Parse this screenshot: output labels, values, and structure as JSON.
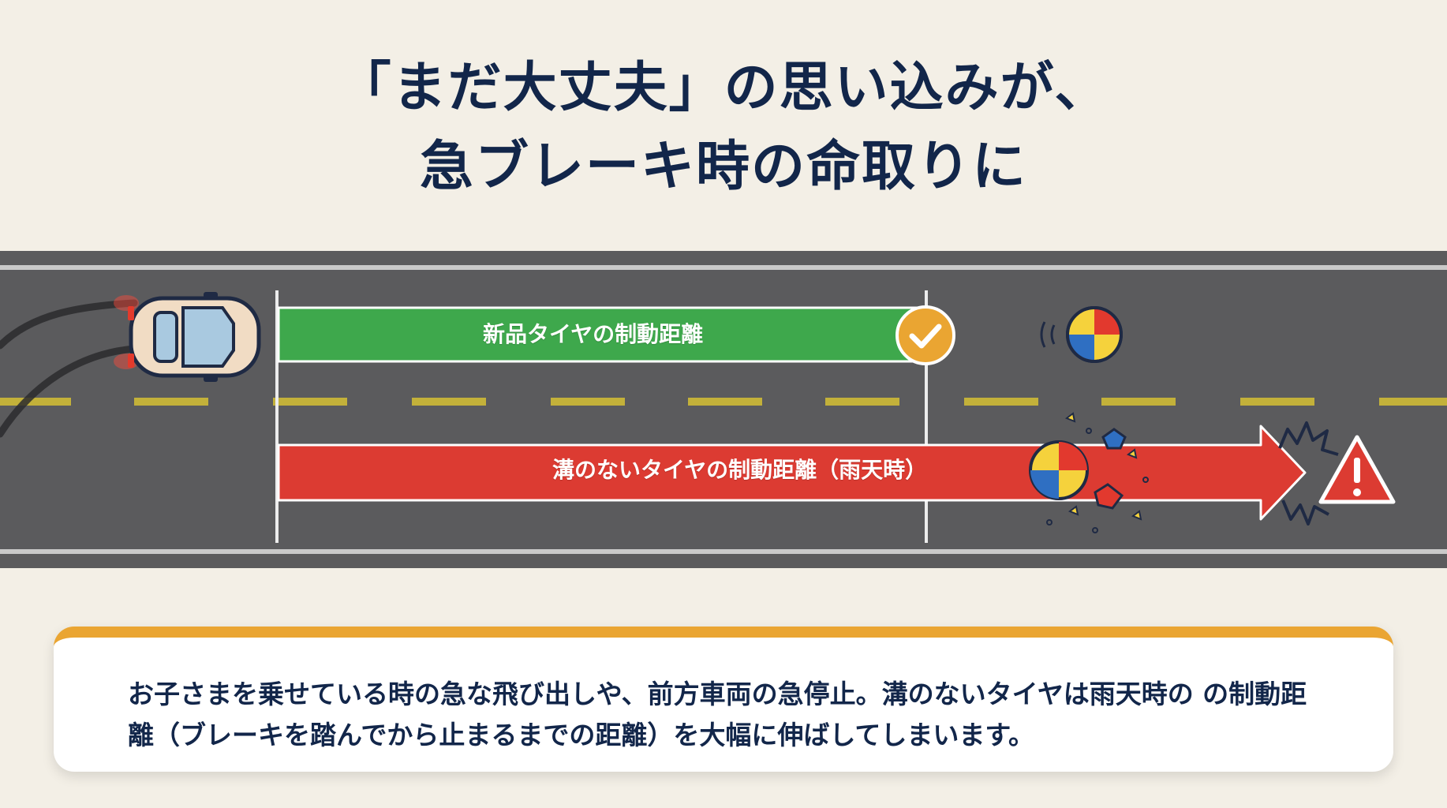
{
  "title": {
    "line1": "「まだ大丈夫」の思い込みが、",
    "line2": "急ブレーキ時の命取りに"
  },
  "diagram": {
    "new_tire_label": "新品タイヤの制動距離",
    "bald_tire_label": "溝のないタイヤの制動距離（雨天時）",
    "relative_distance_new_vs_bald": 0.64,
    "icons": [
      "car-icon",
      "check-icon",
      "beach-ball-icon",
      "broken-ball-icon",
      "warning-icon",
      "impact-burst-icon"
    ]
  },
  "message": {
    "text": "お子さまを乗せている時の急な飛び出しや、前方車両の急停止。溝のないタイヤは雨天時の の制動距離（ブレーキを踏んでから止まるまでの距離）を大幅に伸ばしてしまいます。"
  },
  "colors": {
    "title": "#12264a",
    "road": "#5b5b5d",
    "new_tire_bar": "#3ea84c",
    "bald_tire_bar": "#dc3b32",
    "check_badge": "#eaa532",
    "card_accent": "#eaa532",
    "background": "#f3efe6"
  }
}
